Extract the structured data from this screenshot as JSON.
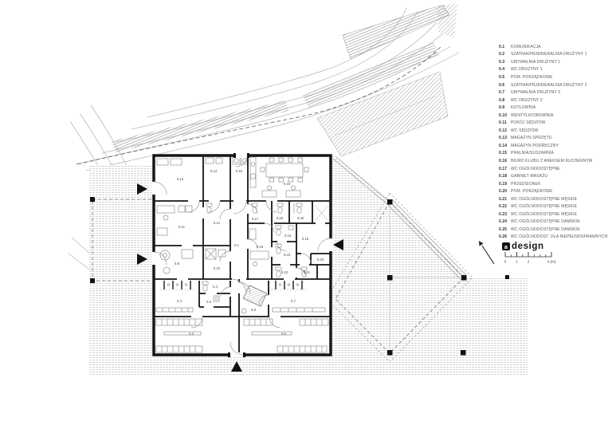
{
  "legend": {
    "items": [
      {
        "id": "0.1",
        "label": "KOMUNIKACJA"
      },
      {
        "id": "0.2",
        "label": "SZATNIA/PRZEBIERALNIA DRUŻYNY 1"
      },
      {
        "id": "0.3",
        "label": "UMYWALNIA DRUŻYNY 1"
      },
      {
        "id": "0.4",
        "label": "WC DRUŻYNY 1"
      },
      {
        "id": "0.5",
        "label": "POM. PORZĄDKOWE"
      },
      {
        "id": "0.6",
        "label": "SZATNIA/PRZEBIERALNIA DRUŻYNY 2"
      },
      {
        "id": "0.7",
        "label": "UMYWALNIA DRUŻYNY 2"
      },
      {
        "id": "0.8",
        "label": "WC DRUŻYNY 2"
      },
      {
        "id": "0.9",
        "label": "KOTŁOWNIA"
      },
      {
        "id": "0.10",
        "label": "WENTYLATOROWNIA"
      },
      {
        "id": "0.11",
        "label": "POKÓJ SĘDZIÓW"
      },
      {
        "id": "0.12",
        "label": "WC SĘDZIÓW"
      },
      {
        "id": "0.13",
        "label": "MAGAZYN SPRZĘTU"
      },
      {
        "id": "0.14",
        "label": "MAGAZYN PODRĘCZNY"
      },
      {
        "id": "0.15",
        "label": "PRALNIA/SUSZARNIA"
      },
      {
        "id": "0.16",
        "label": "BIURO KLUBU Z ANEKSEM KUCHENNYM"
      },
      {
        "id": "0.17",
        "label": "WC OGÓLNODOSTĘPNE"
      },
      {
        "id": "0.18",
        "label": "GABINET MASAŻU"
      },
      {
        "id": "0.19",
        "label": "PRZEDSIONEK"
      },
      {
        "id": "0.20",
        "label": "POM. PORZĄDKOWE"
      },
      {
        "id": "0.21",
        "label": "WC OGÓLNODOSTĘPNE MĘSKIE"
      },
      {
        "id": "0.22",
        "label": "WC OGÓLNODOSTĘPNE MĘSKIE"
      },
      {
        "id": "0.23",
        "label": "WC OGÓLNODOSTĘPNE MĘSKIE"
      },
      {
        "id": "0.24",
        "label": "WC OGÓLNODOSTĘPNE DAMSKIE"
      },
      {
        "id": "0.25",
        "label": "WC OGÓLNODOSTĘPNE DAMSKIE"
      },
      {
        "id": "0.26",
        "label": "WC OGÓLNODOST. DLA NIEPEŁNOSPRAWNYCH"
      }
    ]
  },
  "branding": {
    "logo_mark": "a",
    "logo_text": "design"
  },
  "scale_bar": {
    "labels": [
      "0",
      "1",
      "2",
      "4 (m)"
    ]
  },
  "colors": {
    "wall": "#161616",
    "site_texture": "#c6c6c6",
    "terrain_line": "#b3b3b3",
    "dashed_line": "#7a7a7a",
    "legend_number": "#2e2e2e",
    "legend_label": "#5a5a5a"
  }
}
